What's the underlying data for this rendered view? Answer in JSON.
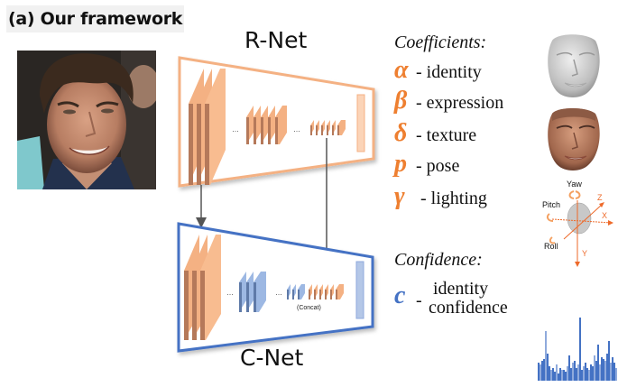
{
  "title": "(a) Our framework",
  "input_image": {
    "description": "portrait photo of a smiling man",
    "icon": "face-photo"
  },
  "r_net": {
    "label": "R-Net",
    "border_color": "#f4b183",
    "layer_color": "#f4b183",
    "ellipsis": "..."
  },
  "c_net": {
    "label": "C-Net",
    "border_color": "#4472c4",
    "layer_color": "#9db8e3",
    "concat_label": "(Concat)",
    "ellipsis": "..."
  },
  "coefficients": {
    "heading": "Coefficients:",
    "items": [
      {
        "symbol": "α",
        "label": "- identity"
      },
      {
        "symbol": "β",
        "label": "- expression"
      },
      {
        "symbol": "δ",
        "label": "- texture"
      },
      {
        "symbol": "p",
        "label": "- pose"
      },
      {
        "symbol": "γ",
        "label": " - lighting"
      }
    ],
    "color": "#ee7f30"
  },
  "confidence": {
    "heading": "Confidence:",
    "symbol": "c",
    "dash": "-",
    "label_line1": "identity",
    "label_line2": "confidence",
    "color": "#4472c4"
  },
  "pose_axes": {
    "yaw": "Yaw",
    "pitch": "Pitch",
    "roll": "Roll",
    "x": "X",
    "y": "Y",
    "z": "Z"
  },
  "outputs": {
    "shape_face": "gray 3D face mesh",
    "textured_face": "textured 3D face",
    "confidence_histogram": "blue bar plot"
  }
}
